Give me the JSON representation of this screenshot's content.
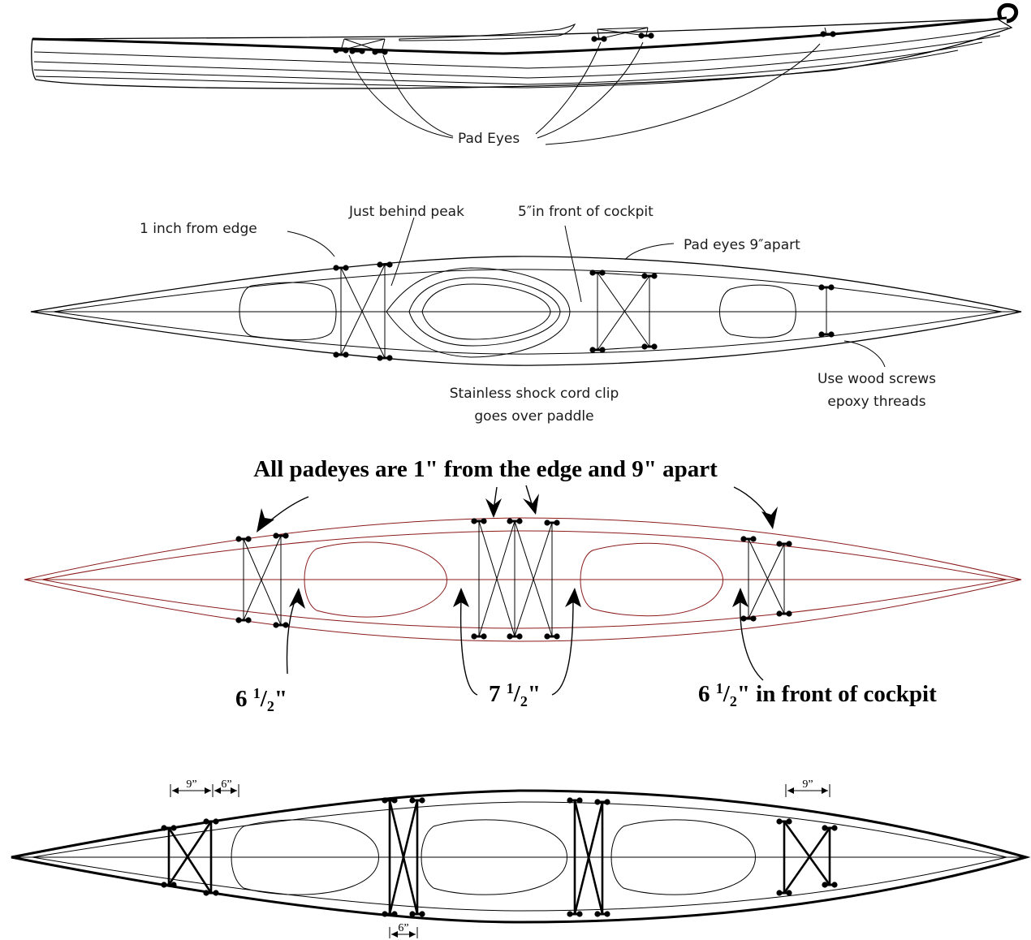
{
  "side_view": {
    "label": "Pad Eyes"
  },
  "deck_view": {
    "labels": {
      "edge": "1 inch from edge",
      "peak": "Just behind peak",
      "front": "5″in front of cockpit",
      "apart": "Pad eyes 9″apart",
      "screws_line1": "Use wood screws",
      "screws_line2": "epoxy threads",
      "clip_line1": "Stainless shock cord clip",
      "clip_line2": "goes over paddle"
    }
  },
  "three_cockpit_view": {
    "title": "All padeyes are 1\" from the edge and 9\" apart",
    "labels": {
      "left": {
        "whole": "6 ",
        "num": "1",
        "den": "2",
        "unit": "\""
      },
      "center": {
        "whole": "7 ",
        "num": "1",
        "den": "2",
        "unit": "\""
      },
      "right": {
        "whole": "6 ",
        "num": "1",
        "den": "2",
        "unit": "\"",
        "suffix": " in front of cockpit"
      }
    }
  },
  "bottom_view": {
    "dimensions": {
      "left_a": "9”",
      "left_b": "6”",
      "right": "9”",
      "bottom": "6”"
    }
  }
}
